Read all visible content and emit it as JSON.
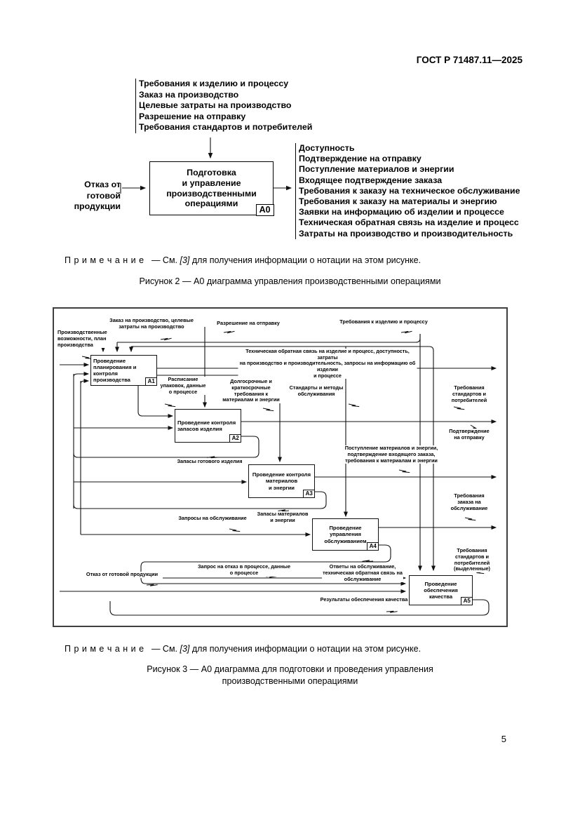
{
  "page": {
    "header": "ГОСТ Р 71487.11—2025",
    "page_number": "5"
  },
  "note": {
    "label": "П р и м е ч а н и е",
    "sep": "— См.",
    "ref": "[3]",
    "rest": "для получения информации о нотации на этом рисунке."
  },
  "fig2": {
    "inputs": [
      "Требования к изделию и процессу",
      "Заказ на производство",
      "Целевые затраты на производство",
      "Разрешение на отправку",
      "Требования стандартов и потребителей"
    ],
    "left_input": "Отказ от готовой\nпродукции",
    "box": {
      "title": "Подготовка\nи управление\nпроизводственными\nоперациями",
      "code": "А0"
    },
    "outputs": [
      "Доступность",
      "Подтверждение на отправку",
      "Поступление материалов и энергии",
      "Входящее подтверждение заказа",
      "Требования к заказу на техническое обслуживание",
      "Требования к заказу на материалы и энергию",
      "Заявки на информацию об изделии и процессе",
      "Техническая обратная связь на изделие и процесс",
      "Затраты на производство и производительность"
    ],
    "caption": "Рисунок 2 — А0 диаграмма управления производственными операциями"
  },
  "fig3": {
    "boxes": [
      {
        "title": "Проведение\nпланирования и\nконтроля производства",
        "code": "А1"
      },
      {
        "title": "Проведение контроля\nзапасов изделия",
        "code": "А2"
      },
      {
        "title": "Проведение контроля\nматериалов\nи энергии",
        "code": "А3"
      },
      {
        "title": "Проведение управления\nобслуживанием",
        "code": "А4"
      },
      {
        "title": "Проведение\nобеспечения качества",
        "code": "А5"
      }
    ],
    "labels": [
      "Заказ на производство, целевые\nзатраты на производство",
      "Разрешение на отправку",
      "Требования к изделию и процессу",
      "Производственные\nвозможности, план\nпроизводства",
      "Техническая обратная связь на изделие и процесс, доступность, затраты\nна производство и производительность, запросы на информацию об изделии\nи процессе",
      "Расписание\nупаковок, данные\nо процессе",
      "Долгосрочные и\nкраткосрочные\nтребования к\nматериалам и энергии",
      "Стандарты и методы\nобслуживания",
      "Требования\nстандартов и\nпотребителей",
      "Подтверждение\nна отправку",
      "Запасы готового изделия",
      "Поступление материалов и энергии,\nподтверждение входящего заказа,\nтребования к материалам и энергии",
      "Запасы материалов\nи энергии",
      "Запросы на обслуживание",
      "Требования\nзаказа на\nобслуживание",
      "Требования\nстандартов и\nпотребителей\n(выделенные)",
      "Ответы на обслуживание,\nтехническая обратная связь на\nобслуживание",
      "Запрос на отказ в процессе, данные\nо процессе",
      "Отказ от готовой продукции",
      "Результаты обеспечения качества"
    ],
    "caption": "Рисунок 3 — А0 диаграмма для подготовки и проведения управления\nпроизводственными операциями"
  }
}
